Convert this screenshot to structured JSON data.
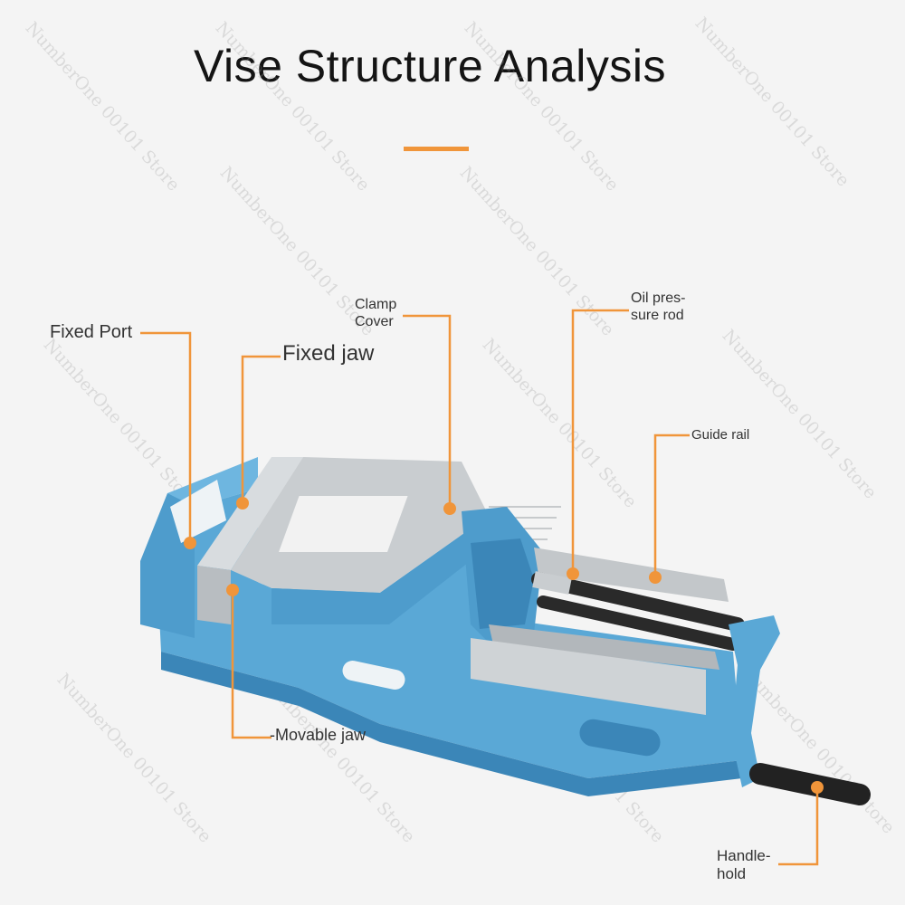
{
  "title": "Vise Structure Analysis",
  "watermark": "NumberOne 00101 Store",
  "colors": {
    "accent": "#f0953a",
    "vise_body": "#5aa8d6",
    "vise_dark": "#3b86b8",
    "steel": "#c9cdd0",
    "rod": "#2a2a2a"
  },
  "labels": {
    "fixed_port": "Fixed Port",
    "fixed_jaw": "Fixed jaw",
    "clamp_cover": [
      "Clamp",
      "Cover"
    ],
    "oil_rod": [
      "Oil pres-",
      "sure rod"
    ],
    "guide_rail": "Guide rail",
    "movable_jaw": "-Movable jaw",
    "handle_hold": [
      "Handle-",
      "hold"
    ]
  }
}
